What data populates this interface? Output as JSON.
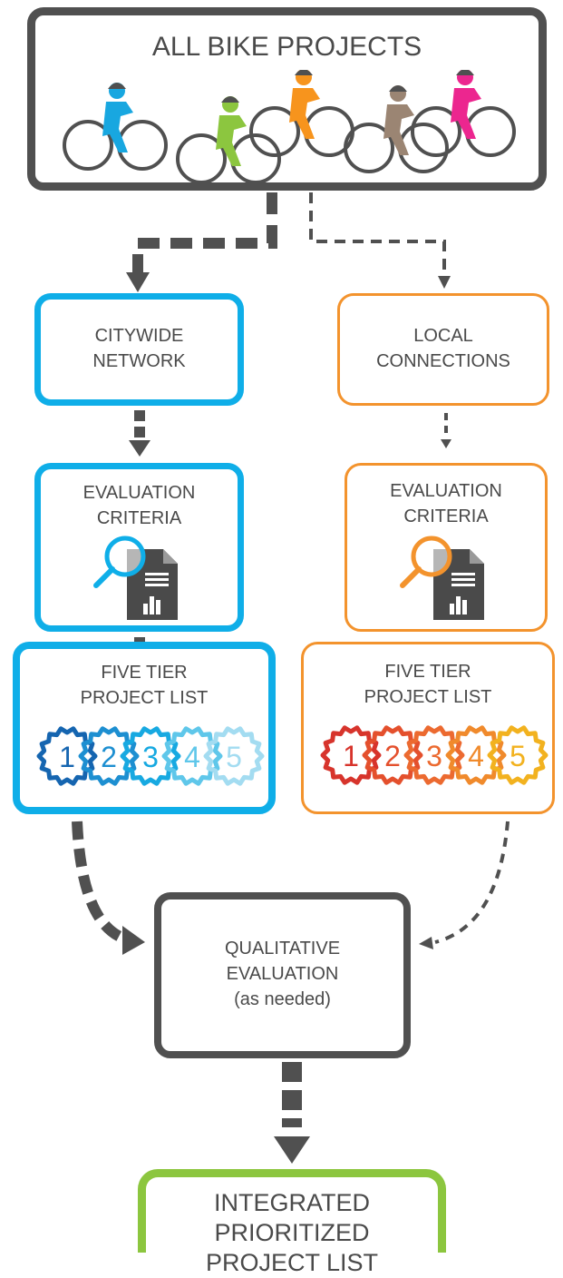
{
  "title": "ALL BIKE PROJECTS",
  "colors": {
    "dark": "#505050",
    "blue": "#0faee8",
    "orange": "#f3932d",
    "green": "#8cc63f",
    "text": "#4a4a4a"
  },
  "cyclists": [
    "blue",
    "green",
    "orange",
    "brown",
    "pink"
  ],
  "citywide": {
    "name_lines": [
      "CITYWIDE",
      "NETWORK"
    ],
    "criteria_lines": [
      "EVALUATION",
      "CRITERIA"
    ],
    "tier_lines": [
      "FIVE TIER",
      "PROJECT LIST"
    ],
    "tiers": [
      "1",
      "2",
      "3",
      "4",
      "5"
    ],
    "tier_colors": [
      "#1565b0",
      "#1d8fd1",
      "#17a9e1",
      "#5fc7ea",
      "#a3dcf1"
    ]
  },
  "local": {
    "name_lines": [
      "LOCAL",
      "CONNECTIONS"
    ],
    "criteria_lines": [
      "EVALUATION",
      "CRITERIA"
    ],
    "tier_lines": [
      "FIVE TIER",
      "PROJECT LIST"
    ],
    "tiers": [
      "1",
      "2",
      "3",
      "4",
      "5"
    ],
    "tier_colors": [
      "#d7342c",
      "#e4502d",
      "#ec6a30",
      "#f08a2c",
      "#f2b21f"
    ]
  },
  "qualitative_lines": [
    "QUALITATIVE",
    "EVALUATION",
    "(as needed)"
  ],
  "final_lines": [
    "INTEGRATED",
    "PRIORITIZED",
    "PROJECT LIST"
  ]
}
